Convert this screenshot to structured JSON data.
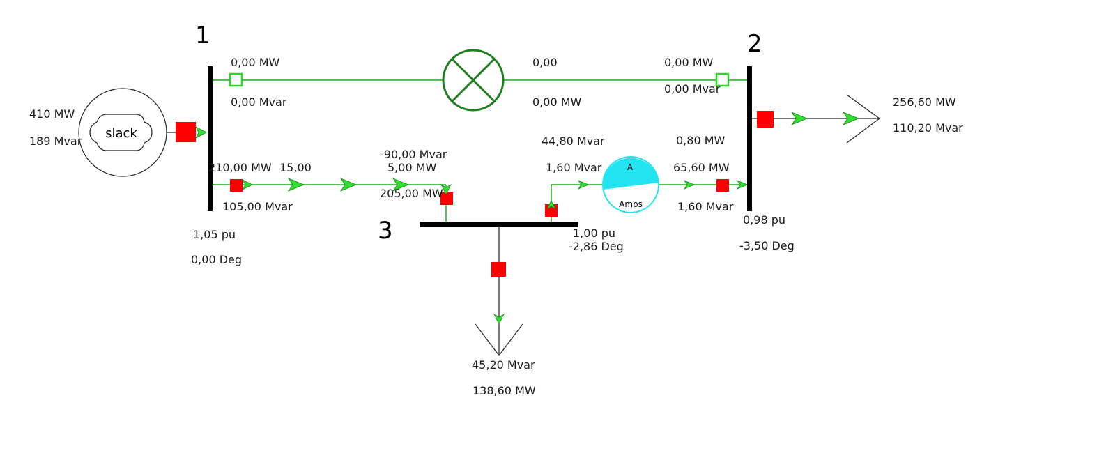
{
  "buses": {
    "b1": {
      "number": "1",
      "voltage": "1,05 pu",
      "angle": "0,00 Deg"
    },
    "b2": {
      "number": "2",
      "voltage": "0,98 pu",
      "angle": "-3,50 Deg"
    },
    "b3": {
      "number": "3",
      "voltage": "1,00 pu",
      "angle": "-2,86 Deg"
    }
  },
  "generator": {
    "label": "slack",
    "mw": "410 MW",
    "mvar": "189 Mvar"
  },
  "line_1_2": {
    "from_mw": "0,00 MW",
    "from_mvar": "0,00 Mvar",
    "mid_top": "0,00",
    "mid_bottom": "0,00 MW",
    "to_mw": "0,00 MW",
    "to_mvar": "0,00 Mvar"
  },
  "line_1_3": {
    "from_mw": "210,00 MW",
    "from_extra": "15,00",
    "from_mvar": "105,00 Mvar",
    "to_mvar": "-90,00 Mvar",
    "to_mw_small": "5,00 MW",
    "to_mw": "205,00 MW"
  },
  "line_3_2": {
    "from_mvar": "44,80 Mvar",
    "from_mw": "1,60 Mvar",
    "to_mw": "0,80 MW",
    "to_mvar": "65,60 MW",
    "to_extra": "1,60 Mvar"
  },
  "ammeter": {
    "top": "A",
    "bottom": "Amps"
  },
  "load_2": {
    "mw": "256,60 MW",
    "mvar": "110,20 Mvar"
  },
  "load_3": {
    "mvar": "45,20 Mvar",
    "mw": "138,60 MW"
  },
  "colors": {
    "line": "#22aa22",
    "arrow": "#33dd33",
    "breaker_closed": "#ff0000",
    "breaker_open": "#22dd22",
    "transformer": "#1f7f1f",
    "ammeter": "#22e4f0"
  }
}
